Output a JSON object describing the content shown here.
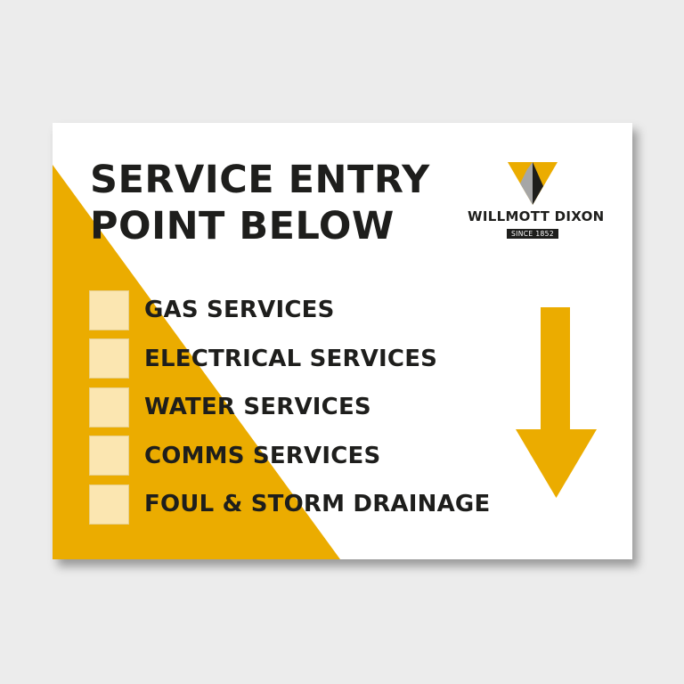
{
  "sign": {
    "title_line1": "SERVICE ENTRY",
    "title_line2": "POINT BELOW",
    "items": [
      {
        "label": "GAS SERVICES"
      },
      {
        "label": "ELECTRICAL SERVICES"
      },
      {
        "label": "WATER SERVICES"
      },
      {
        "label": "COMMS SERVICES"
      },
      {
        "label": "FOUL & STORM DRAINAGE"
      }
    ],
    "arrow_icon": "down-arrow-icon"
  },
  "logo": {
    "name": "WILLMOTT DIXON",
    "since": "SINCE 1852"
  },
  "colors": {
    "accent_yellow": "#ebac00",
    "checkbox_fill": "#fbe6b1",
    "text_dark": "#1e1e1c",
    "background": "#ececec"
  }
}
